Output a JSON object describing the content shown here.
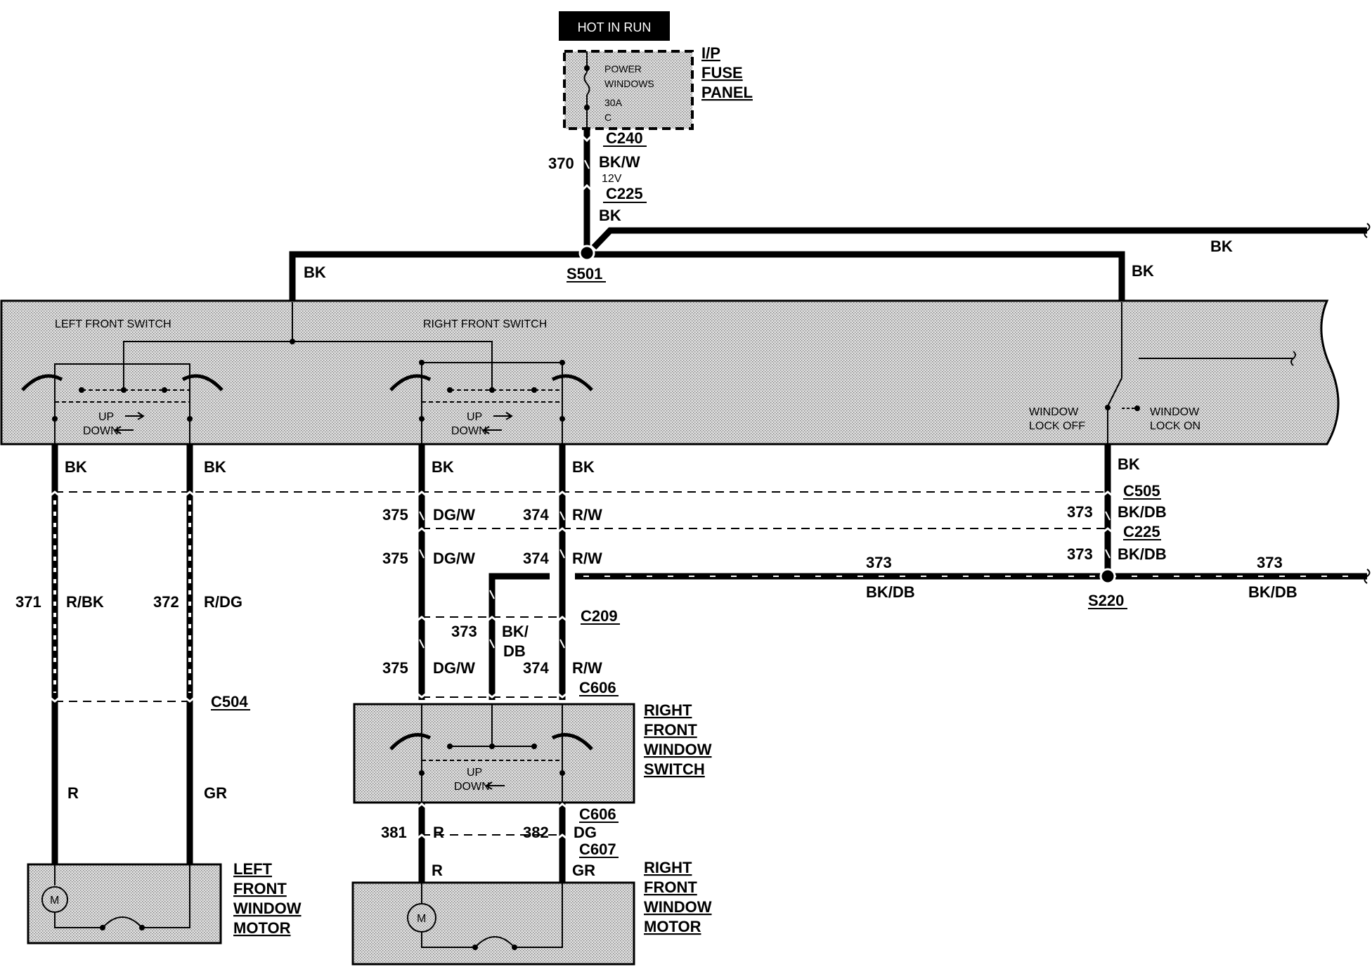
{
  "header": {
    "power_label": "HOT IN RUN"
  },
  "fuse_panel": {
    "name_lines": [
      "I/P",
      "FUSE",
      "PANEL"
    ],
    "fuse_lines": [
      "POWER",
      "WINDOWS",
      "30A",
      "C"
    ]
  },
  "connectors": {
    "c240": "C240",
    "c225_top": "C225",
    "s501": "S501",
    "c505": "C505",
    "c225_right": "C225",
    "s220": "S220",
    "c209": "C209",
    "c606_top": "C606",
    "c504": "C504",
    "c606_bottom": "C606",
    "c607": "C607"
  },
  "wires": {
    "w370_num": "370",
    "w370_color": "BK/W",
    "w370_volt": "12V",
    "bk": "BK",
    "w373": "373",
    "w373_color": "BK/DB",
    "w374": "374",
    "w374_color": "R/W",
    "w375": "375",
    "w375_color": "DG/W",
    "w371": "371",
    "w371_color": "R/BK",
    "w372": "372",
    "w372_color": "R/DG",
    "w373_bk": "BK/",
    "w373_db": "DB",
    "r": "R",
    "gr": "GR",
    "dg": "DG",
    "w381": "381",
    "w382": "382"
  },
  "master_switch": {
    "left_label": "LEFT FRONT SWITCH",
    "right_label": "RIGHT FRONT SWITCH",
    "up": "UP",
    "down": "DOWN",
    "lock_off_1": "WINDOW",
    "lock_off_2": "LOCK OFF",
    "lock_on_1": "WINDOW",
    "lock_on_2": "LOCK ON"
  },
  "components": {
    "rf_switch": [
      "RIGHT",
      "FRONT",
      "WINDOW",
      "SWITCH"
    ],
    "lf_motor": [
      "LEFT",
      "FRONT",
      "WINDOW",
      "MOTOR"
    ],
    "rf_motor": [
      "RIGHT",
      "FRONT",
      "WINDOW",
      "MOTOR"
    ],
    "motor_symbol": "M"
  }
}
